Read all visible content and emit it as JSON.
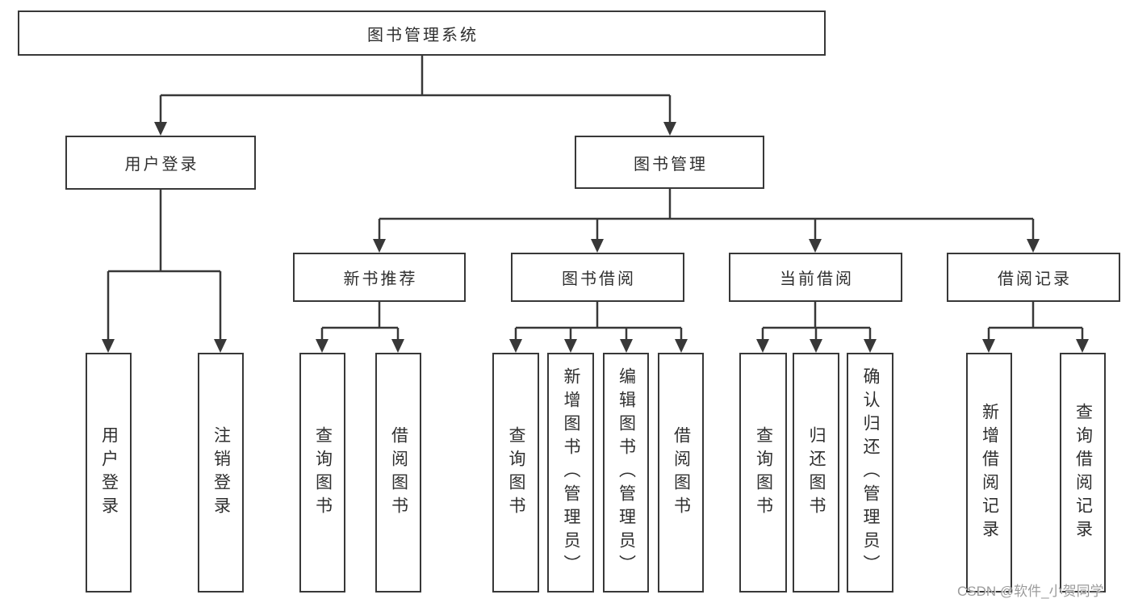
{
  "diagram": {
    "root": {
      "label": "图书管理系统"
    },
    "level2": {
      "user_login": {
        "label": "用户登录"
      },
      "book_management": {
        "label": "图书管理"
      }
    },
    "level3": {
      "new_book_recommend": {
        "label": "新书推荐"
      },
      "book_borrow": {
        "label": "图书借阅"
      },
      "current_borrow": {
        "label": "当前借阅"
      },
      "borrow_record": {
        "label": "借阅记录"
      }
    },
    "leaves": {
      "user_login": [
        "用户登录",
        "注销登录"
      ],
      "new_book_recommend": [
        "查询图书",
        "借阅图书"
      ],
      "book_borrow": [
        "查询图书",
        "新增图书（管理员）",
        "编辑图书（管理员）",
        "借阅图书"
      ],
      "current_borrow": [
        "查询图书",
        "归还图书",
        "确认归还（管理员）"
      ],
      "borrow_record": [
        "新增借阅记录",
        "查询借阅记录"
      ]
    },
    "watermark": "CSDN @软件_小贺同学",
    "colors": {
      "line": "#383838",
      "text": "#2f2f2f",
      "watermark": "#9b9b9b",
      "background": "#ffffff"
    }
  }
}
